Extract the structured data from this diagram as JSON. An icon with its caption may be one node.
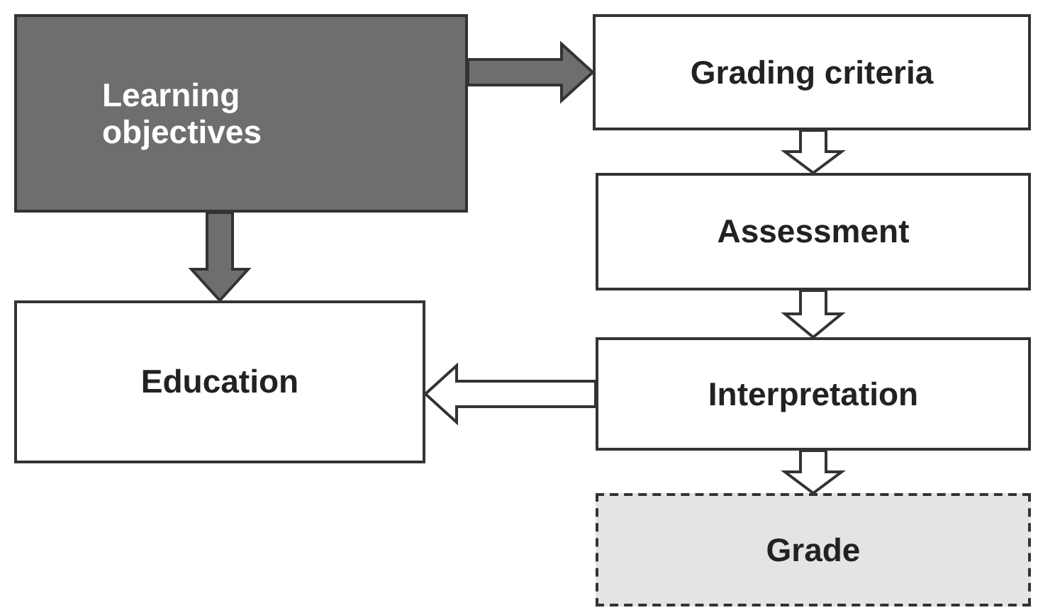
{
  "diagram": {
    "nodes": [
      {
        "text": [
          "Learning objectives"
        ]
      },
      {
        "text": [
          "Grading criteria"
        ]
      },
      {
        "text": [
          "Assessment"
        ]
      },
      {
        "text": [
          "Interpretation"
        ]
      },
      {
        "text": [
          "Grade"
        ]
      },
      {
        "text": [
          "Education"
        ]
      }
    ],
    "edges": [
      {
        "from": 0,
        "to": 1,
        "arrow": "to",
        "color": "#6e6e6e"
      },
      {
        "from": 0,
        "to": 5,
        "arrow": "to",
        "color": "#6e6e6e"
      },
      {
        "from": 1,
        "to": 2,
        "arrow": "to"
      },
      {
        "from": 2,
        "to": 3,
        "arrow": "to"
      },
      {
        "from": 3,
        "to": 5,
        "arrow": "to"
      },
      {
        "from": 3,
        "to": 4,
        "arrow": "to"
      }
    ]
  }
}
